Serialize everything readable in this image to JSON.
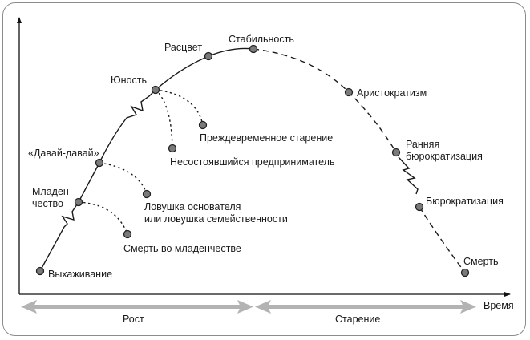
{
  "diagram": {
    "title": "Жизненный цикл организации",
    "x_axis_label": "Время",
    "phases": [
      {
        "label": "Рост"
      },
      {
        "label": "Старение"
      }
    ],
    "colors": {
      "curve": "#1a1a1a",
      "node_fill": "#7a7a7a",
      "phase_arrow": "#b3b3b3",
      "frame": "#8c8c8c"
    },
    "stages": [
      {
        "id": "vykhazhivanie",
        "label": "Выхаживание",
        "phase": "Рост"
      },
      {
        "id": "mladenchestvo",
        "label_lines": [
          "Младен-",
          "чество"
        ],
        "phase": "Рост"
      },
      {
        "id": "davai-davai",
        "label": "«Давай-давай»",
        "phase": "Рост"
      },
      {
        "id": "yunost",
        "label": "Юность",
        "phase": "Рост"
      },
      {
        "id": "rastsvet",
        "label": "Расцвет",
        "phase": "Рост"
      },
      {
        "id": "stabilnost",
        "label": "Стабильность",
        "phase": "Старение"
      },
      {
        "id": "aristokratizm",
        "label": "Аристократизм",
        "phase": "Старение"
      },
      {
        "id": "rannyaya-byurokratizatsiya",
        "label_lines": [
          "Ранняя",
          "бюрократизация"
        ],
        "phase": "Старение"
      },
      {
        "id": "byurokratizatsiya",
        "label": "Бюрократизация",
        "phase": "Старение"
      },
      {
        "id": "smert",
        "label": "Смерть",
        "phase": "Старение"
      }
    ],
    "traps": [
      {
        "from": "mladenchestvo",
        "label": "Смерть во младенчестве"
      },
      {
        "from": "davai-davai",
        "label_lines": [
          "Ловушка основателя",
          "или ловушка семейственности"
        ]
      },
      {
        "from": "yunost",
        "label": "Несостоявшийся предприниматель"
      },
      {
        "from": "yunost",
        "label": "Преждевременное старение"
      }
    ],
    "transitions_with_tension": [
      {
        "from": "vykhazhivanie",
        "to": "mladenchestvo"
      },
      {
        "from": "davai-davai",
        "to": "yunost"
      },
      {
        "from": "rannyaya-byurokratizatsiya",
        "to": "byurokratizatsiya"
      }
    ]
  }
}
